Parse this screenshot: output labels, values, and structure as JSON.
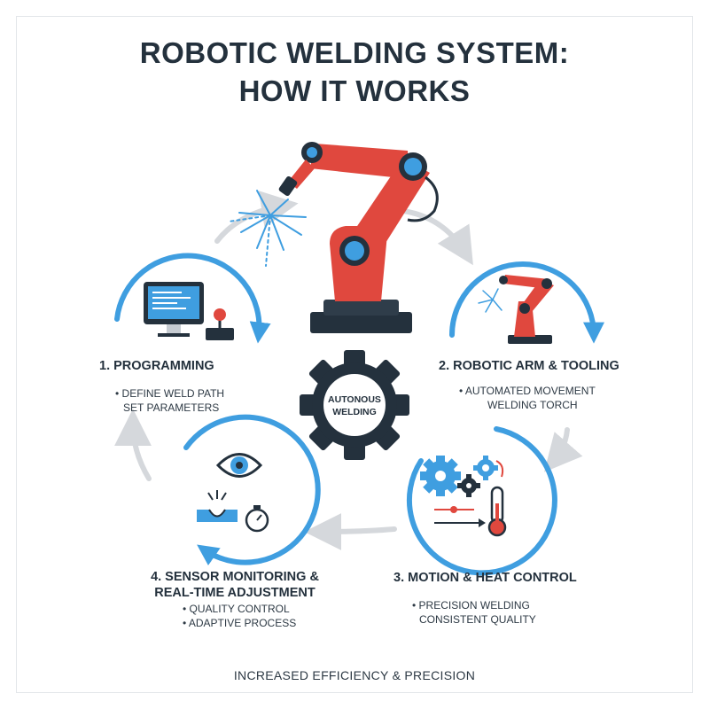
{
  "title": {
    "line1": "ROBOTIC WELDING SYSTEM:",
    "line2": "HOW IT WORKS"
  },
  "center_gear": {
    "line1": "AUTONOUS",
    "line2": "WELDING"
  },
  "steps": [
    {
      "title": "1. PROGRAMMING",
      "items": [
        "• DEFINE WELD PATH",
        "SET PARAMETERS"
      ]
    },
    {
      "title": "2. ROBOTIC ARM & TOOLING",
      "items": [
        "• AUTOMATED MOVEMENT",
        "WELDING TORCH"
      ]
    },
    {
      "title": "3. MOTION & HEAT CONTROL",
      "items": [
        "• PRECISION WELDING",
        "CONSISTENT QUALITY"
      ]
    },
    {
      "title_line1": "4. SENSOR MONITORING &",
      "title_line2": "REAL-TIME ADJUSTMENT",
      "items": [
        "• QUALITY CONTROL",
        "• ADAPTIVE PROCESS"
      ]
    }
  ],
  "footer": "INCREASED EFFICIENCY & PRECISION",
  "colors": {
    "accent_blue": "#3f9ee0",
    "robot_red": "#e0483e",
    "dark": "#24313d",
    "arrow_gray": "#d5d8dc"
  },
  "icons": [
    "computer-monitor-icon",
    "joystick-icon",
    "robot-arm-icon",
    "gears-icon",
    "thermometer-icon",
    "eye-icon",
    "sensor-icon",
    "stopwatch-icon",
    "weld-spark-icon"
  ]
}
